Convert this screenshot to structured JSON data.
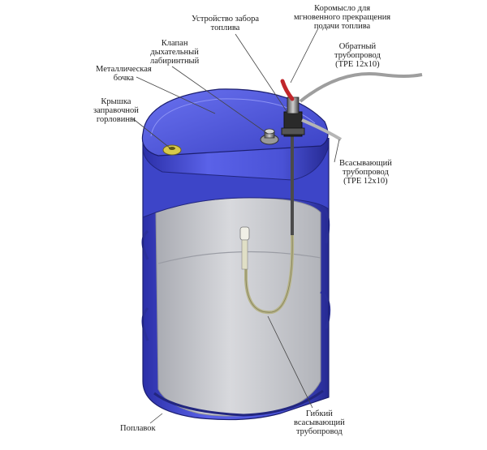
{
  "labels": {
    "valve": "Клапан\nдыхательный\nлабиринтный",
    "intake": "Устройство забора\nтоплива",
    "rocker": "Коромысло для\nмгновенного прекращения\nподачи топлива",
    "return_pipe": "Обратный\nтрубопровод\n(ТРЕ 12х10)",
    "barrel": "Металлическая\nбочка",
    "cap": "Крышка\nзаправочной\nгорловины",
    "suction_pipe": "Всасывающий\nтрубопровод\n(ТРЕ 12х10)",
    "float": "Поплавок",
    "flex_pipe": "Гибкий\nвсасывающий\nтрубопровод"
  },
  "colors": {
    "barrel_blue": "#4a52d6",
    "barrel_blue_dark": "#2a2f9a",
    "inside_gray": "#c9cbd0",
    "hose": "#b7b489",
    "lever_red": "#c0262b"
  }
}
